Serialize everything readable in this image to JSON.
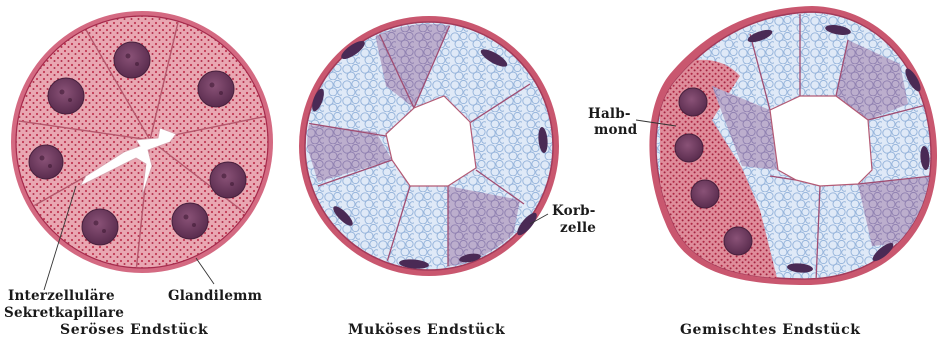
{
  "panels": [
    {
      "id": "seroes",
      "caption": "Seröses Endstück"
    },
    {
      "id": "mukoes",
      "caption": "Muköses Endstück"
    },
    {
      "id": "gemischt",
      "caption": "Gemischtes Endstück"
    }
  ],
  "labels": {
    "interzellulaere": "Interzelluläre",
    "sekretkapillare": "Sekretkapillare",
    "glandilemm": "Glandilemm",
    "korb_1": "Korb-",
    "korb_2": "zelle",
    "halb_1": "Halb-",
    "halb_2": "mond"
  },
  "colors": {
    "serous_cytoplasm": "#e9a7b2",
    "serous_granule": "#c23a55",
    "nucleus": "#6e3b5e",
    "membrane": "#b8305a",
    "mucous_cell": "#dce8f6",
    "mucous_net": "#8fb0d8",
    "mucous_shaded": "#b9a6c8",
    "basket_cell": "#4a2a55"
  }
}
